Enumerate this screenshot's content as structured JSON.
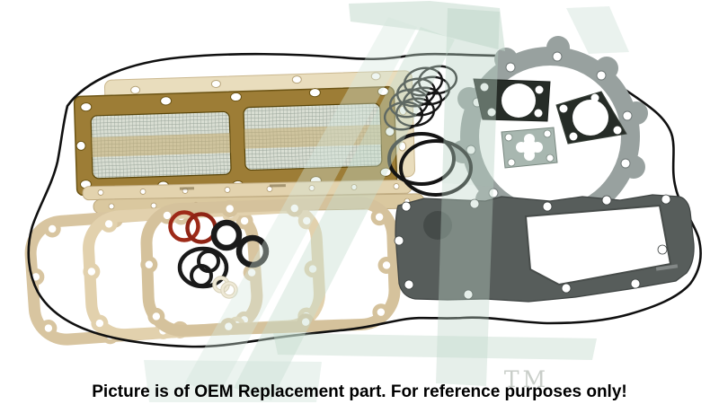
{
  "caption": {
    "text": "Picture is of OEM Replacement part. For reference purposes only!",
    "color": "#000000"
  },
  "watermark": {
    "tm": "TM",
    "tint_primary": "rgba(190,214,201,0.42)",
    "tint_light": "rgba(210,229,219,0.38)"
  },
  "photo": {
    "background": "#ffffff",
    "parts": [
      "oil-pan-perimeter-gasket-outline",
      "oil-pan-screen-mesh-gasket",
      "backing-gasket",
      "rocker-strip-gaskets",
      "end-plate-gasket-stack",
      "red-orings",
      "black-orings",
      "cream-orings",
      "seal-ring-coil-stack",
      "large-black-orings",
      "flywheel-housing-ring-gasket",
      "dark-mounting-plate-gaskets",
      "accessory-plate-gasket",
      "side-cover-gasket"
    ]
  },
  "colors": {
    "outline_gasket": "#101010",
    "mesh_gasket_frame": "#9d7d36",
    "backing_gasket": "#e9ddbd",
    "pan_gasket_beige_1": "#d8c5a0",
    "pan_gasket_beige_2": "#e2d1ad",
    "pan_gasket_beige_3": "#d5c29c",
    "strip_gasket_1": "#e3d3ae",
    "strip_gasket_2": "#dac89f",
    "oring_red": "#9e2a18",
    "oring_red_2": "#8f2415",
    "oring_black": "#1a1a1a",
    "oring_cream": "#efe9d6",
    "housing_ring_gray": "#98a19f",
    "plate_dark": "#262c27",
    "accessory_plate_gray": "#a8b7b0",
    "side_cover_gray": "#575d5b"
  }
}
